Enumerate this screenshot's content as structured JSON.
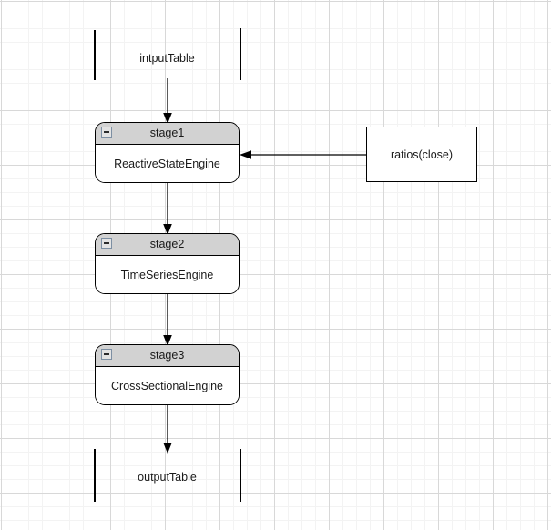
{
  "diagram": {
    "title": "pipeline-flow-diagram",
    "colors": {
      "node_border": "#000000",
      "title_bar": "#d2d2d2",
      "node_fill": "#ffffff",
      "connector": "#000000",
      "grid_major": "#d8d8d8",
      "grid_minor": "#f3f3f3",
      "collapse_icon_border": "#7d8fa3"
    },
    "input": {
      "label": "intputTable"
    },
    "output": {
      "label": "outputTable"
    },
    "stages": [
      {
        "id": "stage1",
        "title": "stage1",
        "body": "ReactiveStateEngine",
        "collapse_icon": "minus-icon"
      },
      {
        "id": "stage2",
        "title": "stage2",
        "body": "TimeSeriesEngine",
        "collapse_icon": "minus-icon"
      },
      {
        "id": "stage3",
        "title": "stage3",
        "body": "CrossSectionalEngine",
        "collapse_icon": "minus-icon"
      }
    ],
    "side_node": {
      "id": "ratios",
      "label": "ratios(close)"
    }
  }
}
